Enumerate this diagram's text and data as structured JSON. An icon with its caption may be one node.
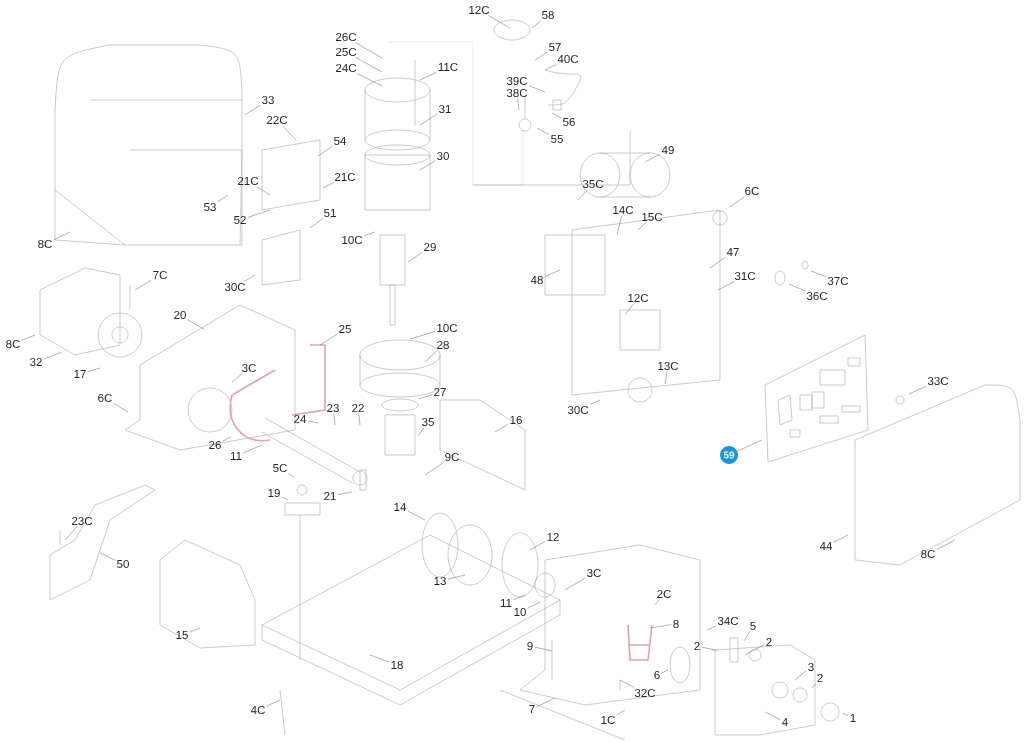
{
  "diagram": {
    "nodes": [
      {
        "text": [
          "26C"
        ]
      },
      {
        "text": [
          "25C"
        ]
      },
      {
        "text": [
          "24C"
        ]
      },
      {
        "text": [
          "11C"
        ]
      },
      {
        "text": [
          "12C"
        ]
      },
      {
        "text": [
          "58"
        ]
      },
      {
        "text": [
          "57"
        ]
      },
      {
        "text": [
          "40C"
        ]
      },
      {
        "text": [
          "39C"
        ]
      },
      {
        "text": [
          "38C"
        ]
      },
      {
        "text": [
          "56"
        ]
      },
      {
        "text": [
          "55"
        ]
      },
      {
        "text": [
          "33"
        ]
      },
      {
        "text": [
          "22C"
        ]
      },
      {
        "text": [
          "31"
        ]
      },
      {
        "text": [
          "54"
        ]
      },
      {
        "text": [
          "30"
        ]
      },
      {
        "text": [
          "21C"
        ]
      },
      {
        "text": [
          "21C"
        ]
      },
      {
        "text": [
          "53"
        ]
      },
      {
        "text": [
          "52"
        ]
      },
      {
        "text": [
          "51"
        ]
      },
      {
        "text": [
          "8C"
        ]
      },
      {
        "text": [
          "10C"
        ]
      },
      {
        "text": [
          "29"
        ]
      },
      {
        "text": [
          "49"
        ]
      },
      {
        "text": [
          "35C"
        ]
      },
      {
        "text": [
          "14C"
        ]
      },
      {
        "text": [
          "15C"
        ]
      },
      {
        "text": [
          "6C"
        ]
      },
      {
        "text": [
          "48"
        ]
      },
      {
        "text": [
          "47"
        ]
      },
      {
        "text": [
          "31C"
        ]
      },
      {
        "text": [
          "37C"
        ]
      },
      {
        "text": [
          "36C"
        ]
      },
      {
        "text": [
          "12C"
        ]
      },
      {
        "text": [
          "7C"
        ]
      },
      {
        "text": [
          "30C"
        ]
      },
      {
        "text": [
          "20"
        ]
      },
      {
        "text": [
          "25"
        ]
      },
      {
        "text": [
          "10C"
        ]
      },
      {
        "text": [
          "28"
        ]
      },
      {
        "text": [
          "8C"
        ]
      },
      {
        "text": [
          "32"
        ]
      },
      {
        "text": [
          "17"
        ]
      },
      {
        "text": [
          "3C"
        ]
      },
      {
        "text": [
          "13C"
        ]
      },
      {
        "text": [
          "27"
        ]
      },
      {
        "text": [
          "6C"
        ]
      },
      {
        "text": [
          "23"
        ]
      },
      {
        "text": [
          "22"
        ]
      },
      {
        "text": [
          "35"
        ]
      },
      {
        "text": [
          "24"
        ]
      },
      {
        "text": [
          "16"
        ]
      },
      {
        "text": [
          "30C"
        ]
      },
      {
        "text": [
          "33C"
        ]
      },
      {
        "text": [
          "59"
        ]
      },
      {
        "text": [
          "26"
        ]
      },
      {
        "text": [
          "11"
        ]
      },
      {
        "text": [
          "9C"
        ]
      },
      {
        "text": [
          "5C"
        ]
      },
      {
        "text": [
          "19"
        ]
      },
      {
        "text": [
          "21"
        ]
      },
      {
        "text": [
          "44"
        ]
      },
      {
        "text": [
          "8C"
        ]
      },
      {
        "text": [
          "14"
        ]
      },
      {
        "text": [
          "23C"
        ]
      },
      {
        "text": [
          "50"
        ]
      },
      {
        "text": [
          "12"
        ]
      },
      {
        "text": [
          "13"
        ]
      },
      {
        "text": [
          "3C"
        ]
      },
      {
        "text": [
          "11"
        ]
      },
      {
        "text": [
          "10"
        ]
      },
      {
        "text": [
          "2C"
        ]
      },
      {
        "text": [
          "15"
        ]
      },
      {
        "text": [
          "34C"
        ]
      },
      {
        "text": [
          "5"
        ]
      },
      {
        "text": [
          "8"
        ]
      },
      {
        "text": [
          "9"
        ]
      },
      {
        "text": [
          "2"
        ]
      },
      {
        "text": [
          "2"
        ]
      },
      {
        "text": [
          "18"
        ]
      },
      {
        "text": [
          "6"
        ]
      },
      {
        "text": [
          "3"
        ]
      },
      {
        "text": [
          "2"
        ]
      },
      {
        "text": [
          "32C"
        ]
      },
      {
        "text": [
          "7"
        ]
      },
      {
        "text": [
          "4C"
        ]
      },
      {
        "text": [
          "1C"
        ]
      },
      {
        "text": [
          "4"
        ]
      },
      {
        "text": [
          "1"
        ]
      }
    ],
    "edges": [
      {
        "from": 0,
        "to": null,
        "arrow": "none"
      },
      {
        "from": 1,
        "to": null,
        "arrow": "none"
      },
      {
        "from": 2,
        "to": null,
        "arrow": "none"
      },
      {
        "from": 3,
        "to": null,
        "arrow": "none"
      },
      {
        "from": 4,
        "to": null,
        "arrow": "none"
      },
      {
        "from": 5,
        "to": null,
        "arrow": "none"
      },
      {
        "from": 6,
        "to": null,
        "arrow": "none"
      },
      {
        "from": 7,
        "to": null,
        "arrow": "none"
      },
      {
        "from": 8,
        "to": null,
        "arrow": "none"
      },
      {
        "from": 9,
        "to": null,
        "arrow": "none"
      },
      {
        "from": 10,
        "to": null,
        "arrow": "none"
      },
      {
        "from": 11,
        "to": null,
        "arrow": "none"
      },
      {
        "from": 12,
        "to": null,
        "arrow": "none"
      },
      {
        "from": 13,
        "to": null,
        "arrow": "none"
      },
      {
        "from": 14,
        "to": null,
        "arrow": "none"
      },
      {
        "from": 15,
        "to": null,
        "arrow": "none"
      },
      {
        "from": 16,
        "to": null,
        "arrow": "none"
      },
      {
        "from": 17,
        "to": null,
        "arrow": "none"
      },
      {
        "from": 18,
        "to": null,
        "arrow": "none"
      },
      {
        "from": 19,
        "to": null,
        "arrow": "none"
      },
      {
        "from": 20,
        "to": null,
        "arrow": "none"
      },
      {
        "from": 21,
        "to": null,
        "arrow": "none"
      },
      {
        "from": 22,
        "to": null,
        "arrow": "none"
      },
      {
        "from": 23,
        "to": null,
        "arrow": "none"
      },
      {
        "from": 24,
        "to": null,
        "arrow": "none"
      },
      {
        "from": 25,
        "to": null,
        "arrow": "none"
      },
      {
        "from": 26,
        "to": null,
        "arrow": "none"
      },
      {
        "from": 27,
        "to": null,
        "arrow": "none"
      },
      {
        "from": 28,
        "to": null,
        "arrow": "none"
      },
      {
        "from": 29,
        "to": null,
        "arrow": "none"
      },
      {
        "from": 30,
        "to": null,
        "arrow": "none"
      },
      {
        "from": 31,
        "to": null,
        "arrow": "none"
      },
      {
        "from": 32,
        "to": null,
        "arrow": "none"
      },
      {
        "from": 33,
        "to": null,
        "arrow": "none"
      },
      {
        "from": 34,
        "to": null,
        "arrow": "none"
      },
      {
        "from": 35,
        "to": null,
        "arrow": "none"
      },
      {
        "from": 36,
        "to": null,
        "arrow": "none"
      },
      {
        "from": 37,
        "to": null,
        "arrow": "none"
      },
      {
        "from": 38,
        "to": null,
        "arrow": "none"
      },
      {
        "from": 39,
        "to": null,
        "arrow": "none"
      },
      {
        "from": 40,
        "to": null,
        "arrow": "none"
      },
      {
        "from": 41,
        "to": null,
        "arrow": "none"
      },
      {
        "from": 42,
        "to": null,
        "arrow": "none"
      },
      {
        "from": 43,
        "to": null,
        "arrow": "none"
      },
      {
        "from": 44,
        "to": null,
        "arrow": "none"
      },
      {
        "from": 45,
        "to": null,
        "arrow": "none"
      },
      {
        "from": 46,
        "to": null,
        "arrow": "none"
      },
      {
        "from": 47,
        "to": null,
        "arrow": "none"
      },
      {
        "from": 48,
        "to": null,
        "arrow": "none"
      },
      {
        "from": 49,
        "to": null,
        "arrow": "none"
      },
      {
        "from": 50,
        "to": null,
        "arrow": "none"
      },
      {
        "from": 51,
        "to": null,
        "arrow": "none"
      },
      {
        "from": 52,
        "to": null,
        "arrow": "none"
      },
      {
        "from": 53,
        "to": null,
        "arrow": "none"
      },
      {
        "from": 54,
        "to": null,
        "arrow": "none"
      },
      {
        "from": 55,
        "to": null,
        "arrow": "none"
      },
      {
        "from": 56,
        "to": null,
        "arrow": "none"
      },
      {
        "from": 57,
        "to": null,
        "arrow": "none"
      },
      {
        "from": 58,
        "to": null,
        "arrow": "none"
      },
      {
        "from": 59,
        "to": null,
        "arrow": "none"
      },
      {
        "from": 60,
        "to": null,
        "arrow": "none"
      },
      {
        "from": 61,
        "to": null,
        "arrow": "none"
      },
      {
        "from": 62,
        "to": null,
        "arrow": "none"
      },
      {
        "from": 63,
        "to": null,
        "arrow": "none"
      },
      {
        "from": 64,
        "to": null,
        "arrow": "none"
      },
      {
        "from": 65,
        "to": null,
        "arrow": "none"
      },
      {
        "from": 66,
        "to": null,
        "arrow": "none"
      },
      {
        "from": 67,
        "to": null,
        "arrow": "none"
      },
      {
        "from": 68,
        "to": null,
        "arrow": "none"
      },
      {
        "from": 69,
        "to": null,
        "arrow": "none"
      },
      {
        "from": 70,
        "to": null,
        "arrow": "none"
      },
      {
        "from": 71,
        "to": null,
        "arrow": "none"
      },
      {
        "from": 72,
        "to": null,
        "arrow": "none"
      },
      {
        "from": 73,
        "to": null,
        "arrow": "none"
      },
      {
        "from": 74,
        "to": null,
        "arrow": "none"
      },
      {
        "from": 75,
        "to": null,
        "arrow": "none"
      },
      {
        "from": 76,
        "to": null,
        "arrow": "none"
      },
      {
        "from": 77,
        "to": null,
        "arrow": "none"
      },
      {
        "from": 78,
        "to": null,
        "arrow": "none"
      },
      {
        "from": 79,
        "to": null,
        "arrow": "none"
      },
      {
        "from": 80,
        "to": null,
        "arrow": "none"
      },
      {
        "from": 81,
        "to": null,
        "arrow": "none"
      },
      {
        "from": 82,
        "to": null,
        "arrow": "none"
      },
      {
        "from": 83,
        "to": null,
        "arrow": "none"
      },
      {
        "from": 84,
        "to": null,
        "arrow": "none"
      },
      {
        "from": 85,
        "to": null,
        "arrow": "none"
      },
      {
        "from": 86,
        "to": null,
        "arrow": "none"
      },
      {
        "from": 87,
        "to": null,
        "arrow": "none"
      },
      {
        "from": 88,
        "to": null,
        "arrow": "none"
      },
      {
        "from": 89,
        "to": null,
        "arrow": "none"
      },
      {
        "from": 90,
        "to": null,
        "arrow": "none"
      }
    ]
  }
}
